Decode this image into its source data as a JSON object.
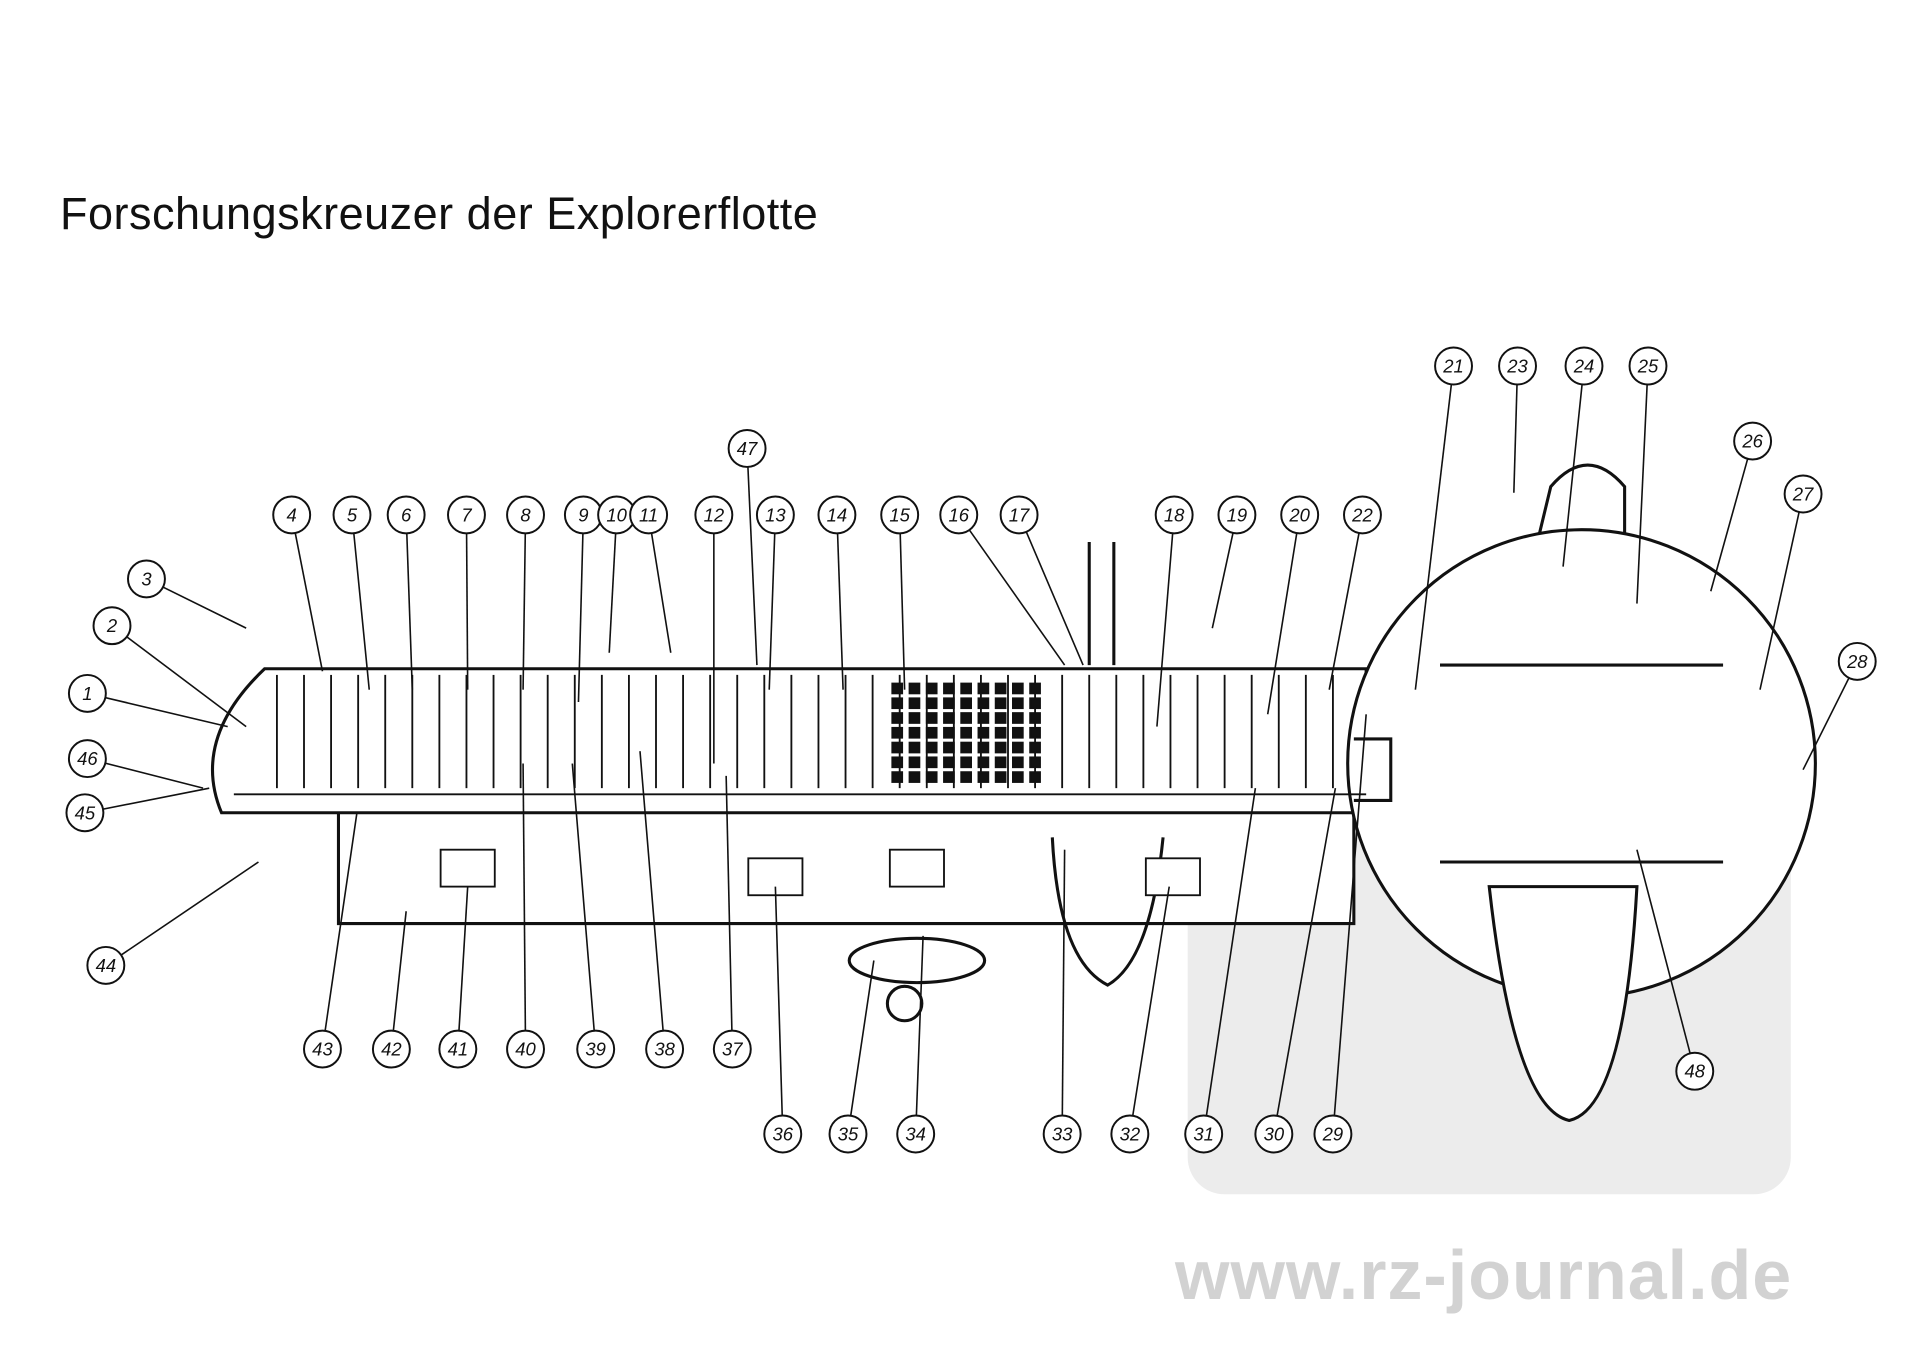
{
  "title": "Forschungskreuzer der Explorerflotte",
  "watermark": "www.rz-journal.de",
  "callouts": [
    "1",
    "2",
    "3",
    "4",
    "5",
    "6",
    "7",
    "8",
    "9",
    "10",
    "11",
    "12",
    "13",
    "14",
    "15",
    "16",
    "17",
    "18",
    "19",
    "20",
    "21",
    "22",
    "23",
    "24",
    "25",
    "26",
    "27",
    "28",
    "29",
    "30",
    "31",
    "32",
    "33",
    "34",
    "35",
    "36",
    "37",
    "38",
    "39",
    "40",
    "41",
    "42",
    "43",
    "44",
    "45",
    "46",
    "47",
    "48"
  ]
}
